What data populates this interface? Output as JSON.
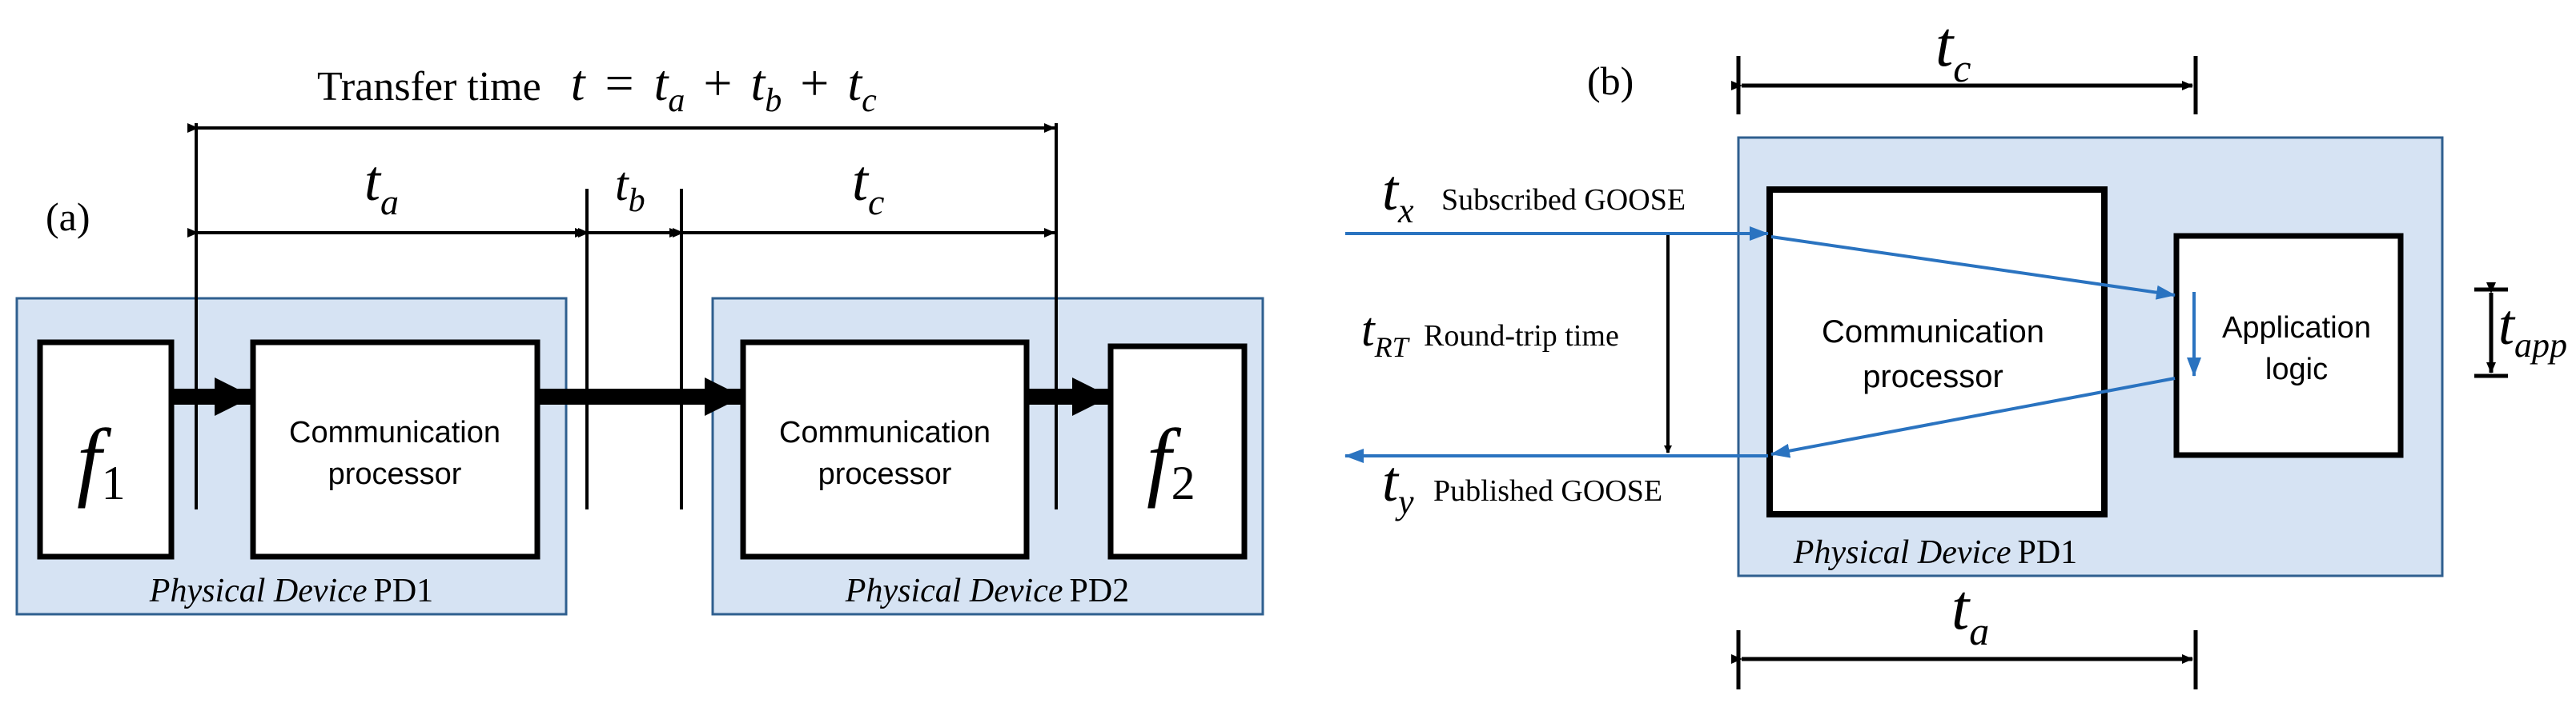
{
  "colors": {
    "device_fill": "#d6e3f3",
    "device_stroke": "#2f5f8f",
    "blue_arrow": "#2a73c0",
    "black": "#000000"
  },
  "panel_a": {
    "label": "(a)",
    "transfer": {
      "prefix": "Transfer time",
      "t": "t",
      "eq": "=",
      "plus": "+",
      "ta": "t",
      "ta_sub": "a",
      "tb": "t",
      "tb_sub": "b",
      "tc": "t",
      "tc_sub": "c"
    },
    "ta": {
      "t": "t",
      "sub": "a"
    },
    "tb": {
      "t": "t",
      "sub": "b"
    },
    "tc": {
      "t": "t",
      "sub": "c"
    },
    "f1": {
      "f": "f",
      "sub": "1"
    },
    "f2": {
      "f": "f",
      "sub": "2"
    },
    "comm1": [
      "Communication",
      "processor"
    ],
    "comm2": [
      "Communication",
      "processor"
    ],
    "device1": {
      "italic": "Physical Device",
      "id": "PD1"
    },
    "device2": {
      "italic": "Physical Device",
      "id": "PD2"
    }
  },
  "panel_b": {
    "label": "(b)",
    "tc": {
      "t": "t",
      "sub": "c"
    },
    "ta": {
      "t": "t",
      "sub": "a"
    },
    "tx": {
      "t": "t",
      "sub": "x",
      "text": "Subscribed GOOSE"
    },
    "ty": {
      "t": "t",
      "sub": "y",
      "text": "Published GOOSE"
    },
    "trt": {
      "t": "t",
      "sub": "RT",
      "text": "Round-trip time"
    },
    "tapp": {
      "t": "t",
      "sub": "app"
    },
    "comm": [
      "Communication",
      "processor"
    ],
    "app": [
      "Application",
      "logic"
    ],
    "device": {
      "italic": "Physical Device",
      "id": "PD1"
    }
  }
}
